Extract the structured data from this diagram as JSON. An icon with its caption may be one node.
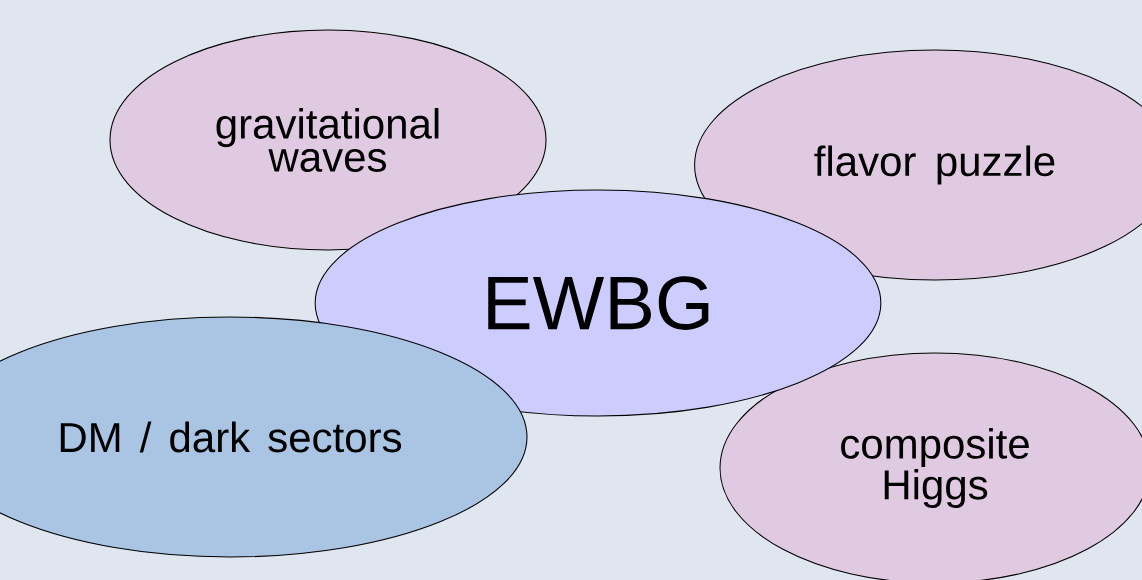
{
  "diagram": {
    "nodes": [
      {
        "text": [
          "gravitational waves"
        ]
      },
      {
        "text": [
          "flavor puzzle"
        ]
      },
      {
        "text": [
          "EWBG"
        ]
      },
      {
        "text": [
          "DM / dark sectors"
        ]
      },
      {
        "text": [
          "composite Higgs"
        ]
      }
    ]
  }
}
